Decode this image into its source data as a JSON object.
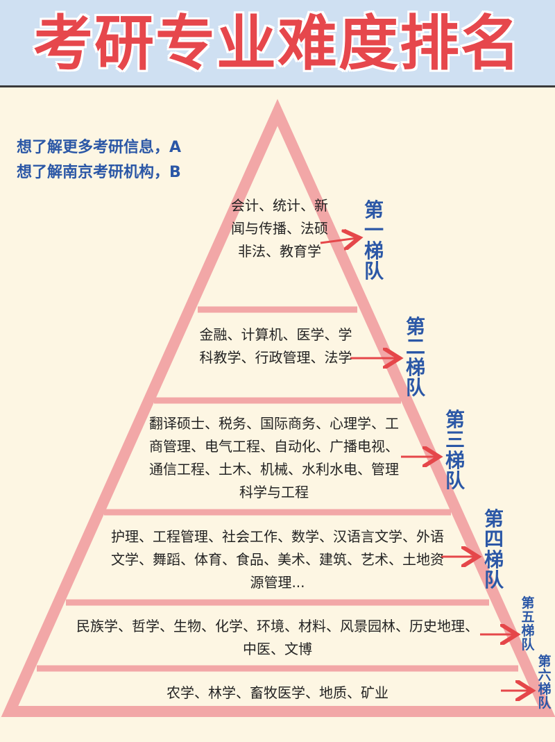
{
  "title": "考研专业难度排名",
  "info": {
    "line1": "想了解更多考研信息，A",
    "line2": "想了解南京考研机构，B"
  },
  "tiers": [
    {
      "label": "第一梯队",
      "majors": "会计、统计、新闻与传播、法硕非法、教育学"
    },
    {
      "label": "第二梯队",
      "majors": "金融、计算机、医学、学科教学、行政管理、法学"
    },
    {
      "label": "第三梯队",
      "majors": "翻译硕士、税务、国际商务、心理学、工商管理、电气工程、自动化、广播电视、通信工程、土木、机械、水利水电、管理科学与工程"
    },
    {
      "label": "第四梯队",
      "majors": "护理、工程管理、社会工作、数学、汉语言文学、外语文学、舞蹈、体育、食品、美术、建筑、艺术、土地资源管理..."
    },
    {
      "label": "第五梯队",
      "majors": "民族学、哲学、生物、化学、环境、材料、风景园林、历史地理、中医、文博"
    },
    {
      "label": "第六梯队",
      "majors": "农学、林学、畜牧医学、地质、矿业"
    }
  ],
  "colors": {
    "title": "#e6474c",
    "accent_blue": "#2b57a6",
    "pyramid": "#f2a7a7",
    "arrow": "#e5474a",
    "background": "#fdf6e3",
    "header_bg": "#cfe0f2"
  }
}
